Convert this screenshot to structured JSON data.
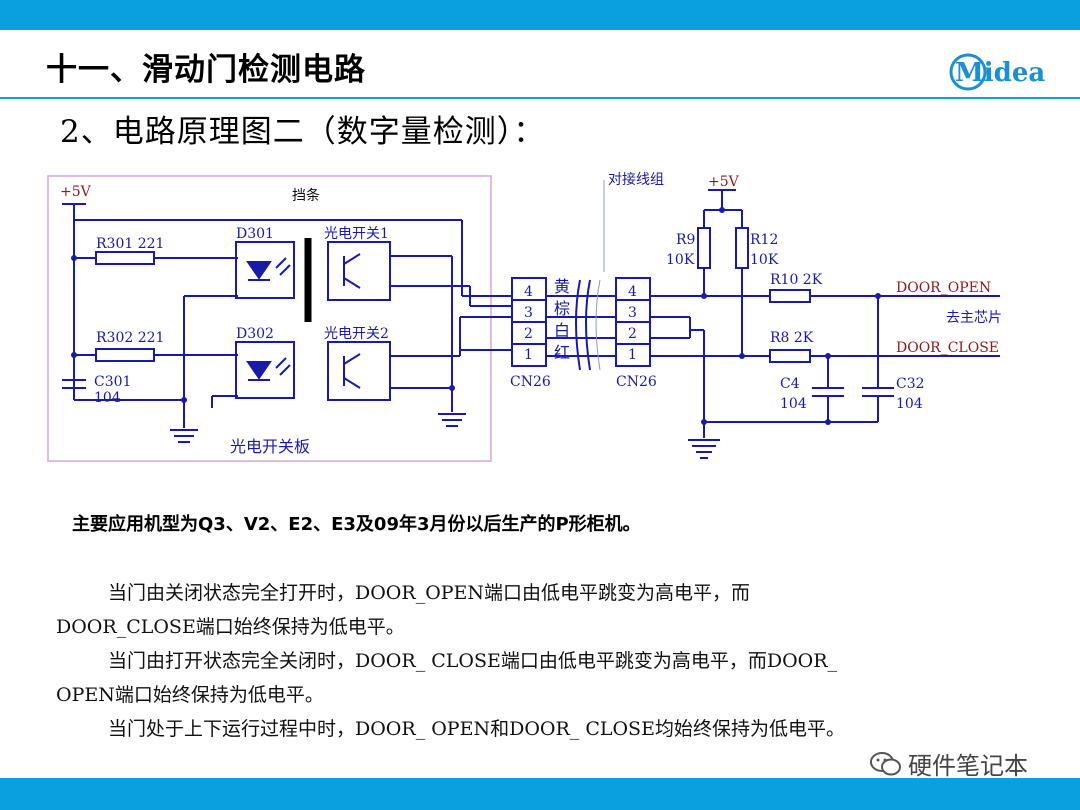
{
  "header": {
    "title": "十一、滑动门检测电路",
    "subtitle": "2、电路原理图二（数字量检测）：",
    "brand": "Midea"
  },
  "colors": {
    "accent": "#0aa0e0",
    "wire": "#1a1aa8",
    "label": "#1a1aa8",
    "component_label": "#8b1a1a",
    "board_border": "#d6a9d6"
  },
  "diagram": {
    "vcc_left": "+5V",
    "vcc_right": "+5V",
    "baffle_label": "挡条",
    "r301": "R301  221",
    "r302": "R302  221",
    "d301": "D301",
    "d302": "D302",
    "switch1": "光电开关1",
    "switch2": "光电开关2",
    "c301_name": "C301",
    "c301_value": "104",
    "board_label": "光电开关板",
    "harness_label": "对接线组",
    "wire_colors": [
      "黄",
      "棕",
      "白",
      "红"
    ],
    "connector_pins": [
      "4",
      "3",
      "2",
      "1"
    ],
    "connector_left": "CN26",
    "connector_right": "CN26",
    "r9_name": "R9",
    "r9_value": "10K",
    "r12_name": "R12",
    "r12_value": "10K",
    "r10": "R10  2K",
    "r8": "R8   2K",
    "c4_name": "C4",
    "c4_value": "104",
    "c32_name": "C32",
    "c32_value": "104",
    "door_open": "DOOR_OPEN",
    "door_close": "DOOR_CLOSE",
    "to_chip": "去主芯片"
  },
  "notes": {
    "models": "主要应用机型为Q3、V2、E2、E3及09年3月份以后生产的P形柜机。",
    "p1_line1": "当门由关闭状态完全打开时，DOOR_OPEN端口由低电平跳变为高电平，而",
    "p1_line2": "DOOR_CLOSE端口始终保持为低电平。",
    "p2_line1": "当门由打开状态完全关闭时，DOOR_ CLOSE端口由低电平跳变为高电平，而DOOR_",
    "p2_line2": "OPEN端口始终保持为低电平。",
    "p3_line1": "当门处于上下运行过程中时，DOOR_ OPEN和DOOR_ CLOSE均始终保持为低电平。"
  },
  "watermark": "硬件笔记本"
}
